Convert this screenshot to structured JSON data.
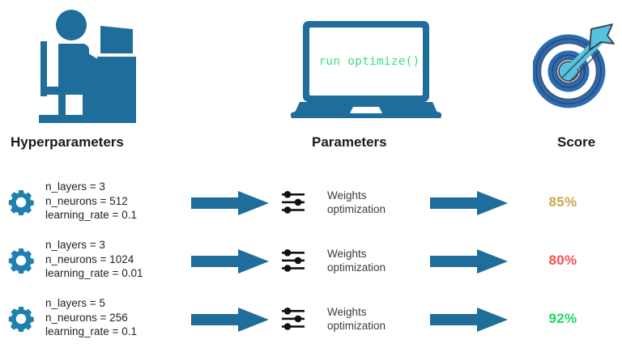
{
  "columns": {
    "hyperparameters": {
      "header": "Hyperparameters",
      "icon": "person-at-desk-icon"
    },
    "parameters": {
      "header": "Parameters",
      "icon": "laptop-icon",
      "code_text": "run optimize()",
      "code_color": "#3ee07f"
    },
    "score": {
      "header": "Score",
      "icon": "target-dart-icon"
    }
  },
  "rows": [
    {
      "gear_icon": "gear-icon",
      "hyperparameters": [
        "n_layers = 3",
        "n_neurons = 512",
        "learning_rate = 0.1"
      ],
      "arrow1_icon": "arrow-right-icon",
      "sliders_icon": "sliders-icon",
      "parameter_label": [
        "Weights",
        "optimization"
      ],
      "arrow2_icon": "arrow-right-icon",
      "score": "85%",
      "score_color": "#c8a84f"
    },
    {
      "gear_icon": "gear-icon",
      "hyperparameters": [
        "n_layers = 3",
        "n_neurons = 1024",
        "learning_rate = 0.01"
      ],
      "arrow1_icon": "arrow-right-icon",
      "sliders_icon": "sliders-icon",
      "parameter_label": [
        "Weights",
        "optimization"
      ],
      "arrow2_icon": "arrow-right-icon",
      "score": "80%",
      "score_color": "#fb4f4f"
    },
    {
      "gear_icon": "gear-icon",
      "hyperparameters": [
        "n_layers = 5",
        "n_neurons = 256",
        "learning_rate = 0.1"
      ],
      "arrow1_icon": "arrow-right-icon",
      "sliders_icon": "sliders-icon",
      "parameter_label": [
        "Weights",
        "optimization"
      ],
      "arrow2_icon": "arrow-right-icon",
      "score": "92%",
      "score_color": "#1fd664"
    }
  ],
  "palette": {
    "brand_blue": "#1f6d9a",
    "gear_blue": "#1f7fae",
    "arrow_blue": "#1f6d9a",
    "target_ring": "#2a6bb5",
    "target_dart": "#55c2e0",
    "text_dark": "#231f20"
  }
}
